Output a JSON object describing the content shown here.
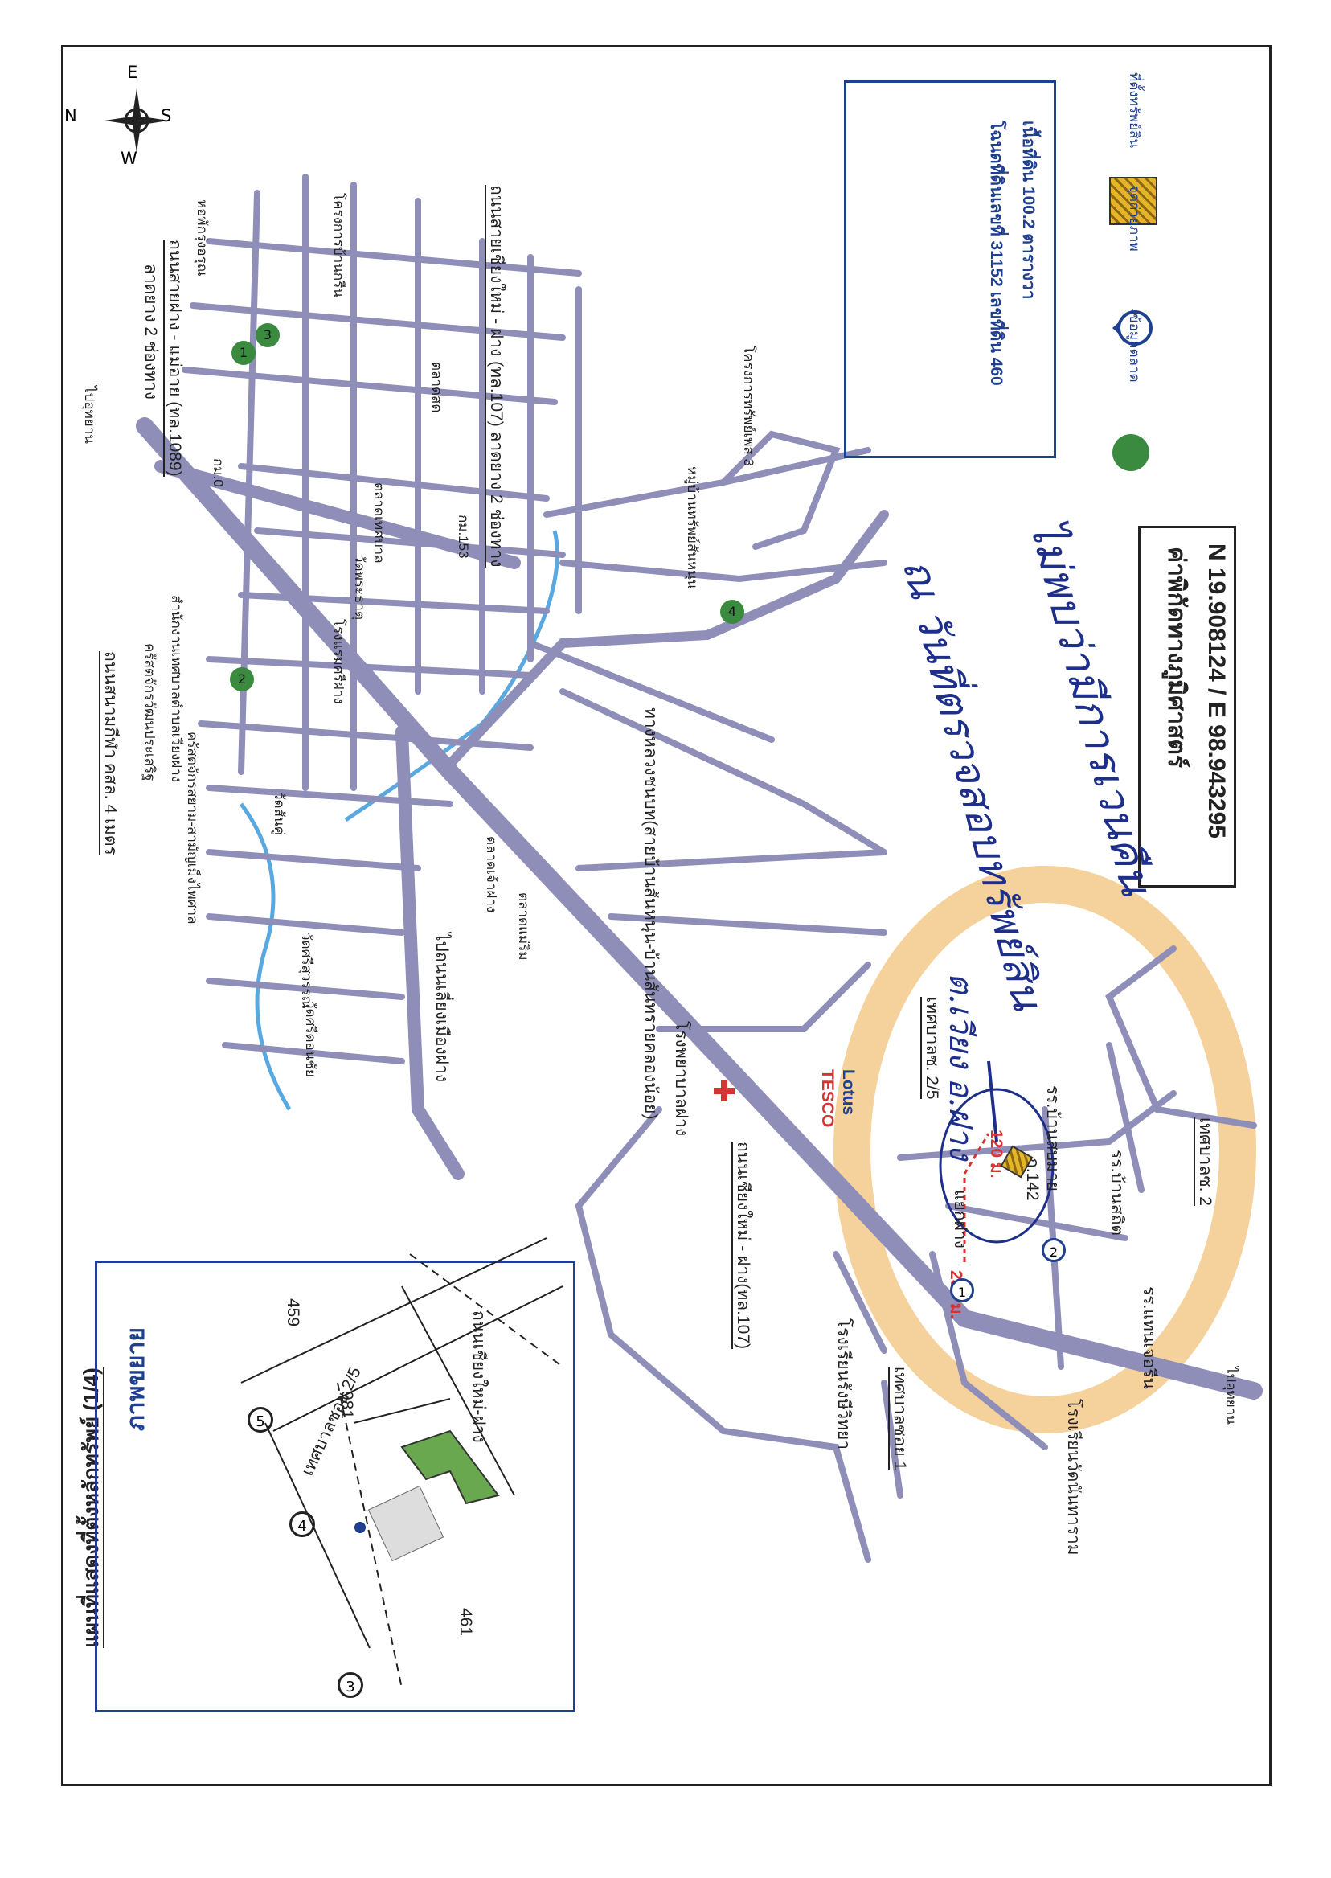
{
  "header": {
    "title": "แผนที่แสดงที่ตั้งหลักทรัพย์ (1/4)"
  },
  "inset": {
    "title": "ภาพขยาย",
    "road_label": "เทศบาลซอย 2/5",
    "road_label_2": "ถนนเชียงใหม่-ฝาง",
    "parcels": [
      "459",
      "981",
      "461"
    ],
    "markers": [
      "3",
      "4",
      "5"
    ]
  },
  "info_box": {
    "deed_line": "โฉนดที่ดินเลขที่ 31152 เลขที่ดิน 460",
    "area_line": "เนื้อที่ดิน 100.2 ตารางวา"
  },
  "legend": {
    "items": [
      {
        "label": "ที่ตั้งทรัพย์สิน",
        "icon": "hatched-square-icon",
        "color": "#e6b428"
      },
      {
        "label": "จุดถ่ายภาพ",
        "icon": "camera-point-icon",
        "color": "#1f3f8f"
      },
      {
        "label": "ข้อมูลตลาด",
        "icon": "green-dot-icon",
        "color": "#3a8a3f"
      }
    ]
  },
  "coordinates": {
    "title": "ค่าพิกัดทางภูมิศาสตร์",
    "value": "N 19.908124 / E 98.943295"
  },
  "compass": {
    "n": "N",
    "e": "E",
    "s": "S",
    "w": "W"
  },
  "roads": {
    "r1": "ถนนสายฝาง - แม่อาย (ทล.1089)",
    "r1b": "ลาดยาง 2 ช่องทาง",
    "r2": "ถนนสายเชียงใหม่ - ฝาง (ทล.107) ลาดยาง 2 ช่องทาง",
    "r3": "ถนนสนามกีฬา คสล. 4 เมตร",
    "r4": "ไปถนนเลี่ยงเมืองฝาง",
    "r5": "ทางหลวงชนบท(สายบ้านสันหนุน-บ้านสันทรายคลองน้อย)",
    "r6": "ถนนเชียงใหม่ - ฝาง(ทล.107)",
    "r7": "เทศบาลซอย 1",
    "r8": "เทศบาลซ. 2/5",
    "r9": "เทศบาลซ. 2",
    "r10": "ไปอุทยาน",
    "r11": "ไปอุทยาน"
  },
  "places": {
    "p1": "ครัสตจักรวัฒนประเสริฐ",
    "p2": "สำนักงานเทศบาลตำบลเวียงฝาง",
    "p3": "ครัสตจักรสยาม-สามัญเม็งไพศาล",
    "p4": "วัดศรีสุวรรณ",
    "p5": "วัดสันคู่",
    "p6": "โรงพยาบาลฝาง",
    "p7": "โรงเรียนรังษีวิทยา",
    "p8": "โรงเรียนวัดนันทาราม",
    "p9": "รร.แทนเจอรีน",
    "p10": "รร.บ้านสถิต",
    "p11": "รร.บ้านสบมาย",
    "p12": "หมู่บ้านทรัพย์สันหนุน",
    "p13": "โครงการทรัพย์เพส 3",
    "p14": "โครงการบ้านกรีน",
    "p15": "หอพักรุ่งอรุณ",
    "p16": "ตลาดเทศบาล",
    "p17": "วัดศรีดอนชัย",
    "p18": "แยกฝาง",
    "p19": "ถ.142",
    "p20": "ตลาดเจ้าฝาง",
    "p21": "ตลาดแม่ริม",
    "p22": "โรงแรมศรีฝาง",
    "p23": "วัดพระธาตุ",
    "p24": "ตลาดสด"
  },
  "distances": {
    "d1": "230 ม.",
    "d2": "120 ม."
  },
  "tesco": {
    "line1": "TESCO",
    "line2": "Lotus"
  },
  "km": {
    "k1": "กม.0",
    "k2": "กม.153"
  },
  "handwriting": {
    "line1": "ต.เวียง อ.ฝาง",
    "line2": "ณ วันที่ตรวจสอบทรัพย์สิน",
    "line3": "ไม่พบว่ามีการเวนคืน"
  },
  "camera_points": [
    "1",
    "2"
  ],
  "market_points": [
    "1",
    "2",
    "3",
    "4"
  ]
}
